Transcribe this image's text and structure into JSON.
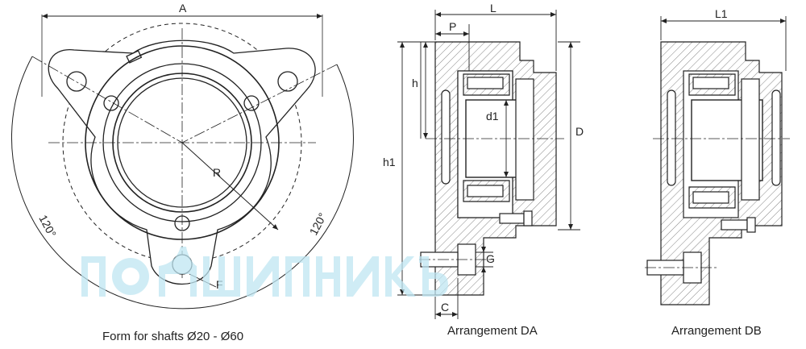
{
  "labels": {
    "A": "A",
    "R": "R",
    "F": "F",
    "angle_left": "120°",
    "angle_right": "120°",
    "L": "L",
    "P": "P",
    "h": "h",
    "h1": "h1",
    "d1": "d1",
    "D": "D",
    "G": "G",
    "C": "C",
    "L1": "L1"
  },
  "captions": {
    "form": "Form for shafts Ø20 - Ø60",
    "da": "Arrangement DA",
    "db": "Arrangement DB"
  },
  "watermark": "ПОДШИПНИКЪ",
  "colors": {
    "line": "#222222",
    "hatch": "#777777",
    "watermark": "#bfe6f2"
  }
}
